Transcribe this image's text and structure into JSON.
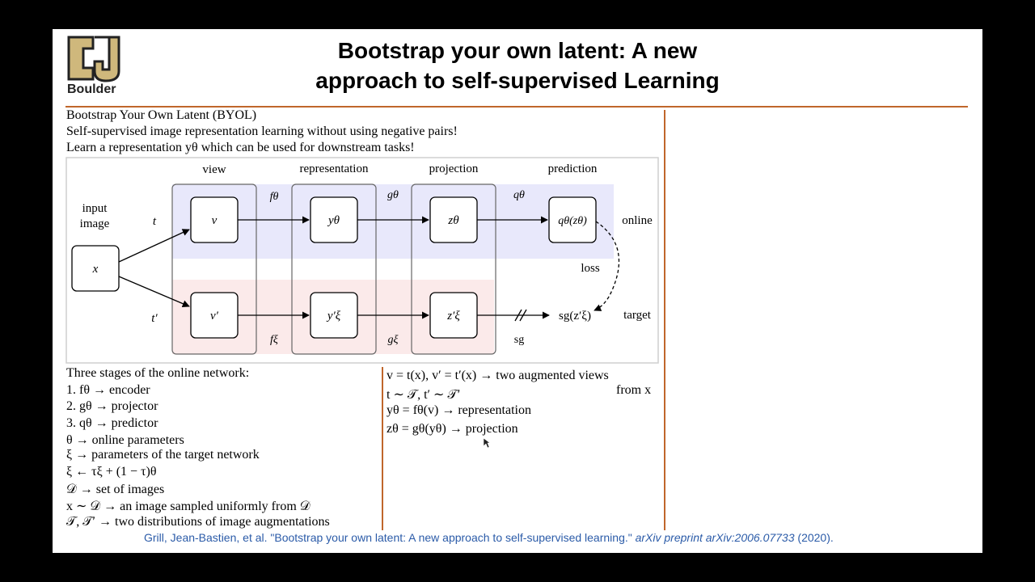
{
  "logo": {
    "text": "Boulder"
  },
  "title": {
    "line1": "Bootstrap your own latent: A new",
    "line2": "approach to self-supervised Learning"
  },
  "intro": {
    "heading": "Bootstrap Your Own Latent (BYOL)",
    "line1": "Self-supervised image representation learning without using negative pairs!",
    "line2": "Learn a representation yθ which can be used for downstream tasks!"
  },
  "diagram": {
    "stages": [
      "view",
      "representation",
      "projection",
      "prediction"
    ],
    "input_label_1": "input",
    "input_label_2": "image",
    "input_node": "x",
    "online_label": "online",
    "target_label": "target",
    "loss_label": "loss",
    "t": "t",
    "t_prime": "t′",
    "online_nodes": [
      "v",
      "yθ",
      "zθ",
      "qθ(zθ)"
    ],
    "target_nodes": [
      "v′",
      "y′ξ",
      "z′ξ",
      "sg(z′ξ)"
    ],
    "online_fns": [
      "fθ",
      "gθ",
      "qθ"
    ],
    "target_fns": [
      "fξ",
      "gξ",
      "sg"
    ]
  },
  "stages_list": {
    "heading": "Three stages of the online network:",
    "items": [
      "1.  fθ → encoder",
      "2.  gθ → projector",
      "3.  qθ → predictor",
      "θ → online parameters",
      "ξ → parameters of the target network",
      "ξ ← τξ + (1 − τ)θ",
      "𝒟 → set of images",
      "x ∼ 𝒟 → an image sampled uniformly from 𝒟",
      "𝒯, 𝒯′ → two distributions of image augmentations"
    ]
  },
  "notes": {
    "line1": "v = t(x), v′ = t′(x) → two augmented views",
    "line1b": "from x",
    "line2": "t ∼ 𝒯, t′ ∼ 𝒯′",
    "line3": "yθ = fθ(v) → representation",
    "line4": "zθ = gθ(yθ) → projection"
  },
  "citation": {
    "authors": "Grill, Jean-Bastien, et al. \"Bootstrap your own latent: A new approach to self-supervised learning.\" ",
    "venue": "arXiv preprint arXiv:2006.07733",
    "year": " (2020)."
  },
  "colors": {
    "accent": "#c0662b",
    "online_band": "#e8e8fb",
    "target_band": "#fbeaea",
    "citation": "#2b5ba8"
  }
}
